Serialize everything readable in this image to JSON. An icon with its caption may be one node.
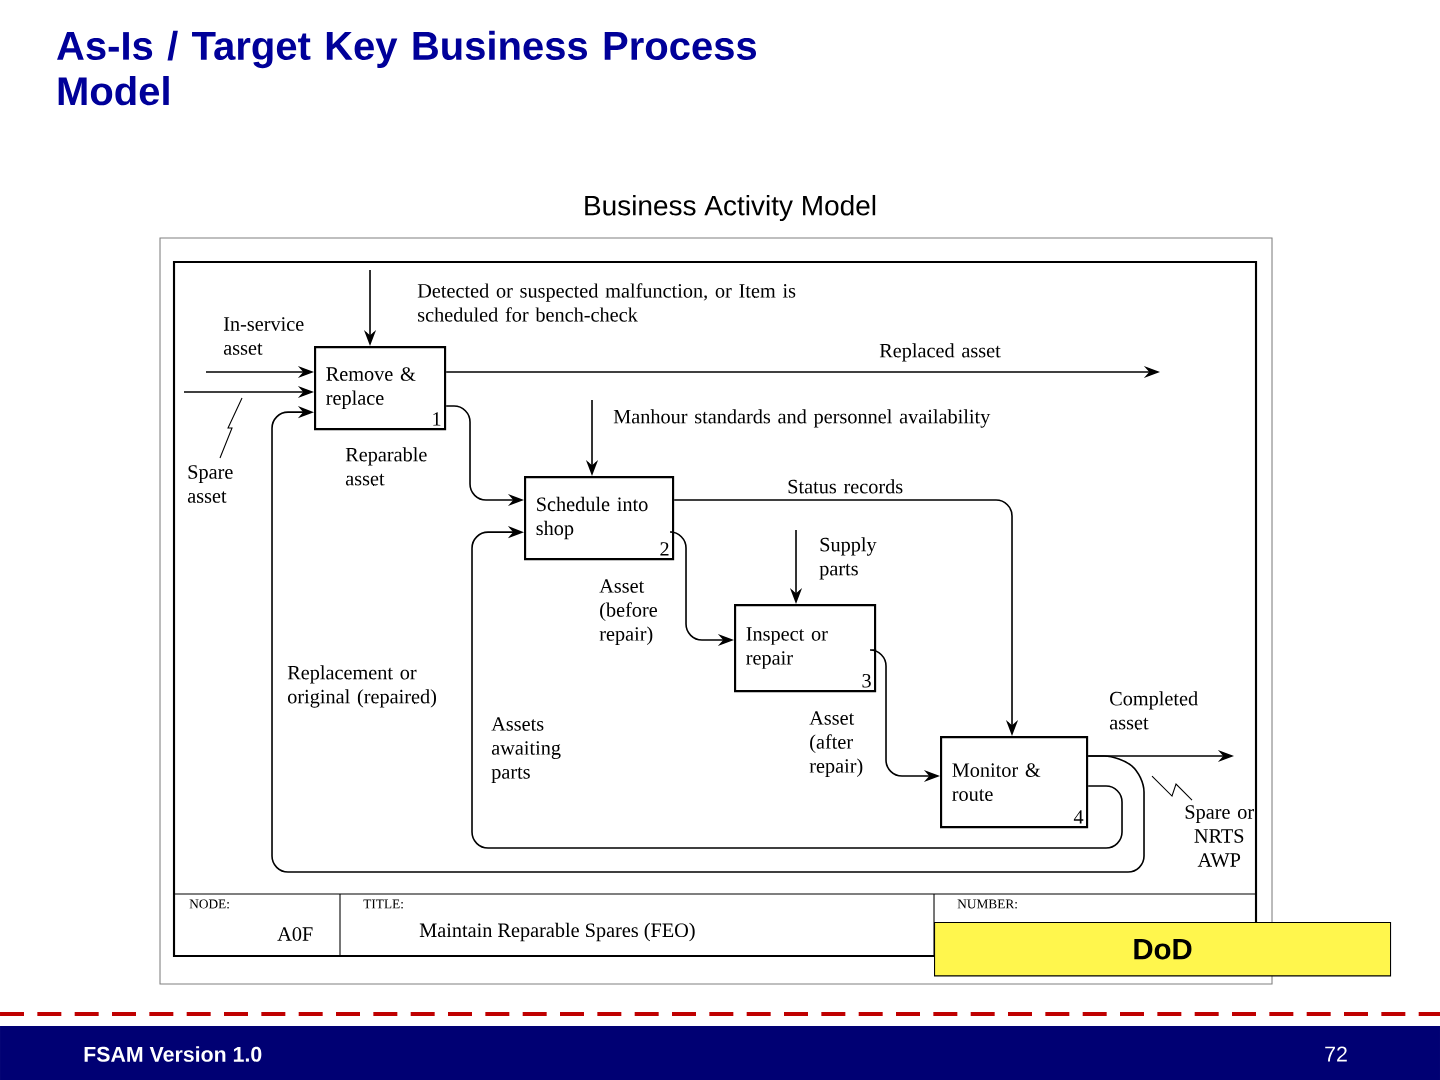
{
  "diagram": {
    "title": "As-Is / Target Key Business Process Model",
    "nodes": [
      {
        "text": [
          "Remove & replace",
          "1"
        ]
      },
      {
        "text": [
          "Schedule into shop",
          "2"
        ]
      },
      {
        "text": [
          "Inspect or repair",
          "3"
        ]
      },
      {
        "text": [
          "Monitor & route",
          "4"
        ]
      },
      {
        "text": [
          "DoD"
        ]
      }
    ],
    "edges": [
      {
        "from": null,
        "to": 0,
        "arrow": "to",
        "label": "In-service asset"
      },
      {
        "from": null,
        "to": 0,
        "arrow": "to",
        "label": "Spare asset"
      },
      {
        "from": 3,
        "to": 0,
        "arrow": "to",
        "label": "Replacement or original (repaired)"
      },
      {
        "from": null,
        "to": 0,
        "arrow": "to",
        "label": "Detected or suspected malfunction, or Item is scheduled for bench-check"
      },
      {
        "from": 0,
        "to": null,
        "arrow": "to",
        "label": "Replaced asset"
      },
      {
        "from": 0,
        "to": 1,
        "arrow": "to",
        "label": "Reparable asset"
      },
      {
        "from": null,
        "to": 1,
        "arrow": "to",
        "label": "Manhour standards and personnel availability"
      },
      {
        "from": 1,
        "to": 3,
        "arrow": "to",
        "label": "Status records"
      },
      {
        "from": 1,
        "to": 2,
        "arrow": "to",
        "label": "Asset (before repair)"
      },
      {
        "from": null,
        "to": 2,
        "arrow": "to",
        "label": "Supply parts"
      },
      {
        "from": 2,
        "to": 3,
        "arrow": "to",
        "label": "Asset (after repair)"
      },
      {
        "from": 3,
        "to": null,
        "arrow": "to",
        "label": "Completed asset"
      },
      {
        "from": 3,
        "to": 1,
        "arrow": "to",
        "label": "Assets awaiting parts"
      }
    ],
    "labels": [
      "Business Activity Model",
      "NODE:",
      "A0F",
      "TITLE:",
      "Maintain Reparable Spares (FEO)",
      "NUMBER:",
      "Spare or NRTS AWP",
      "FSAM Version 1.0",
      "72"
    ]
  }
}
